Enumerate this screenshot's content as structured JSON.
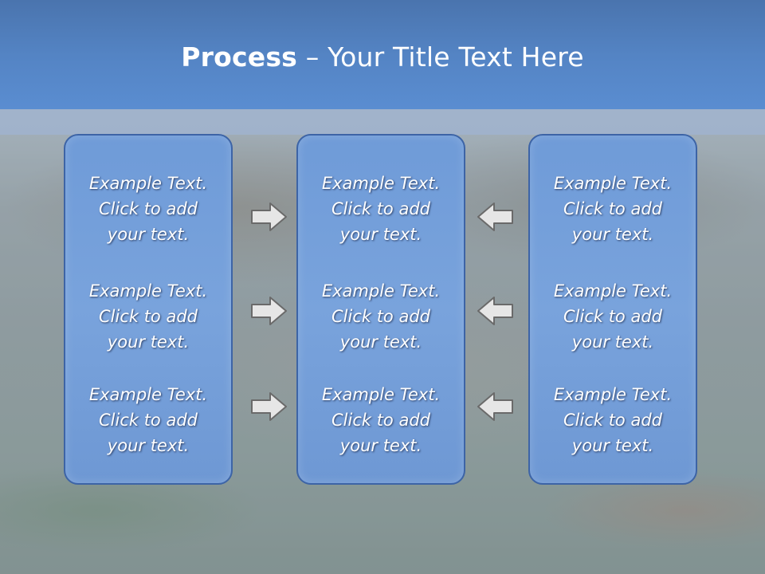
{
  "title": {
    "bold": "Process",
    "rest": " – Your Title Text Here"
  },
  "columns": [
    {
      "items": [
        "Example Text.\nClick  to add\nyour text.",
        "Example Text.\nClick  to add\nyour text.",
        "Example Text.\nClick  to add\nyour text."
      ]
    },
    {
      "items": [
        "Example Text.\nClick  to add\nyour text.",
        "Example Text.\nClick  to add\nyour text.",
        "Example Text.\nClick  to add\nyour text."
      ]
    },
    {
      "items": [
        "Example Text.\nClick  to add\nyour text.",
        "Example Text.\nClick  to add\nyour text.",
        "Example Text.\nClick  to add\nyour text."
      ]
    }
  ],
  "arrows": {
    "left_group": "right-arrow-icon",
    "right_group": "left-arrow-icon"
  },
  "colors": {
    "title_bar": "#5484c4",
    "box_fill": "#79a3dc",
    "box_border": "#3d64a6",
    "arrow_fill": "#e6e6e6",
    "arrow_stroke": "#6a6a6a"
  }
}
